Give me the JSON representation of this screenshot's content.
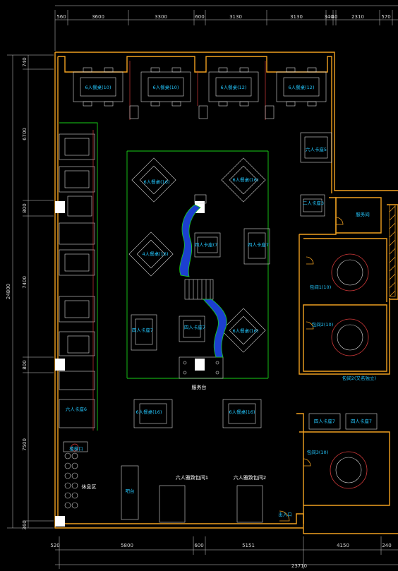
{
  "top_dims": [
    {
      "text": "560"
    },
    {
      "text": "3600"
    },
    {
      "text": "3300"
    },
    {
      "text": "600"
    },
    {
      "text": "3130"
    },
    {
      "text": "3130"
    },
    {
      "text": "340"
    },
    {
      "text": "40"
    },
    {
      "text": "2310"
    },
    {
      "text": "570"
    }
  ],
  "top_total": "",
  "bottom_dims": [
    {
      "text": "520"
    },
    {
      "text": "5800"
    },
    {
      "text": "600"
    },
    {
      "text": "5151"
    },
    {
      "text": "4150"
    },
    {
      "text": "240"
    }
  ],
  "bottom_total": "23710",
  "left_dims": [
    {
      "text": "740"
    },
    {
      "text": "6700"
    },
    {
      "text": "800"
    },
    {
      "text": "7400"
    },
    {
      "text": "800"
    },
    {
      "text": "7500"
    },
    {
      "text": "360"
    }
  ],
  "left_total": "24800",
  "top_tables": [
    {
      "label": "6人餐桌(10)"
    },
    {
      "label": "6人餐桌(10)"
    },
    {
      "label": "6人餐桌(12)"
    },
    {
      "label": "6人餐桌(12)"
    }
  ],
  "center_tables": [
    {
      "label": "6人餐桌(16)"
    },
    {
      "label": "6人餐桌(16)"
    },
    {
      "label": "4人餐桌(16)"
    },
    {
      "label": "6人餐桌(16)"
    },
    {
      "label": "6人餐桌(16)"
    },
    {
      "label": "6人餐桌(16)"
    }
  ],
  "four_seat_tables": [
    {
      "label": "四人卡座(7"
    },
    {
      "label": "四人卡座7"
    },
    {
      "label": "四人卡座7"
    },
    {
      "label": "四人卡座7"
    }
  ],
  "right_booths": [
    {
      "label": "六人卡座5"
    },
    {
      "label": "二人卡座3"
    }
  ],
  "rooms": {
    "hostess": "服务间",
    "room1": "包间1(10)",
    "room2": "包间2(10)",
    "room2_note": "包间2(又名独立)",
    "room3": "包间3(10)",
    "lower_booth_1": "四人卡座7",
    "lower_booth_2": "四人卡座7"
  },
  "left_booth_label": "六人卡座6",
  "labels": {
    "bar_counter": "服务台",
    "left_stair_area": "楼梯口",
    "rest_area": "休息区",
    "cashier": "吧台",
    "private_room_1": "六人雅致包间1",
    "private_room_2": "六人雅致包间2",
    "exit": "出入口"
  },
  "colors": {
    "wall": "#f0a020",
    "partition": "#19d019",
    "label": "#24c8ff",
    "water": "#1c3fd0",
    "furniture": "#d8d8d8",
    "accent": "#d23a3a"
  }
}
